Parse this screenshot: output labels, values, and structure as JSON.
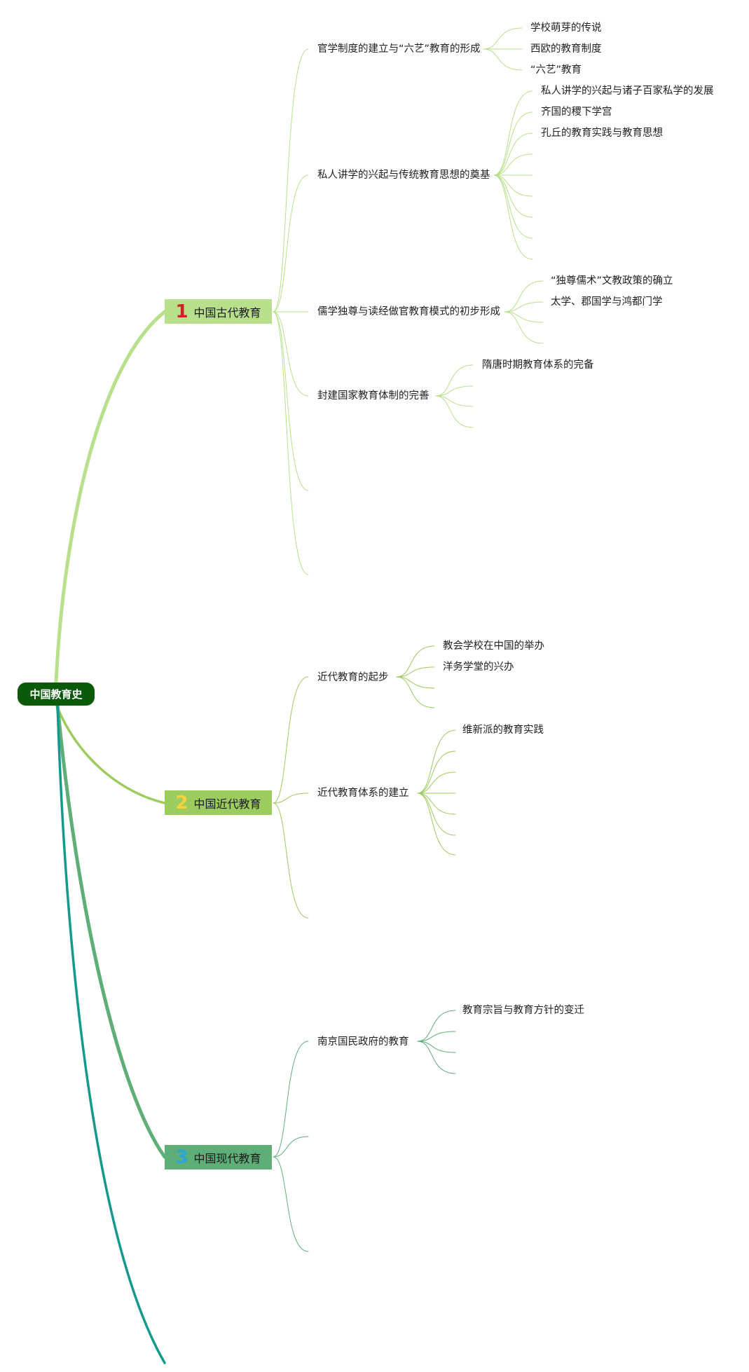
{
  "root": {
    "label": "中国教育史"
  },
  "branches": [
    {
      "num": "1",
      "label": "中国古代教育",
      "color": "#b8e08c",
      "num_color": "#d2202a",
      "topics": [
        {
          "label": "官学制度的建立与“六艺”教育的形成",
          "items": [
            "学校萌芽的传说",
            "西欧的教育制度",
            "“六艺”教育"
          ]
        },
        {
          "label": "私人讲学的兴起与传统教育思想的奠基",
          "items": [
            "私人讲学的兴起与诸子百家私学的发展",
            "齐国的稷下学宫",
            "孔丘的教育实践与教育思想"
          ]
        },
        {
          "label": "儒学独尊与读经做官教育模式的初步形成",
          "items": [
            "“独尊儒术”文教政策的确立",
            "太学、郡国学与鸿都门学"
          ]
        },
        {
          "label": "封建国家教育体制的完善",
          "items": [
            "隋唐时期教育体系的完备"
          ]
        }
      ]
    },
    {
      "num": "2",
      "label": "中国近代教育",
      "color": "#9ccb5e",
      "num_color": "#f2d33c",
      "topics": [
        {
          "label": "近代教育的起步",
          "items": [
            "教会学校在中国的举办",
            "洋务学堂的兴办"
          ]
        },
        {
          "label": "近代教育体系的建立",
          "items": [
            "维新派的教育实践"
          ]
        }
      ]
    },
    {
      "num": "3",
      "label": "中国现代教育",
      "color": "#5fae78",
      "num_color": "#2aa6d9",
      "topics": [
        {
          "label": "南京国民政府的教育",
          "items": [
            "教育宗旨与教育方针的变迁"
          ]
        }
      ]
    }
  ],
  "extra_branch_color": "#139a8c"
}
